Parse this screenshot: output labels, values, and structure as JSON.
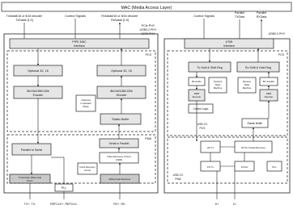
{
  "mac": {
    "title": "MAC (Media Access Layer)"
  },
  "left_top_signals": {
    "tx_data": [
      "TxData8/16 or 8/16 decoder",
      "TxDatak [1:0]"
    ],
    "control": "Control Signals",
    "rx_data": [
      "RxData8/16 or 8/16 decoder",
      "RxDatak [1:0]"
    ]
  },
  "right_top_signals": {
    "control": "Control Signals",
    "parallel_tx": [
      "Parallel",
      "TXData"
    ],
    "parallel_rx": [
      "Parallel",
      "RXData"
    ]
  },
  "phy_labels": {
    "pcie_phy": [
      "PCIe PHY",
      "USB3.2 PHY",
      "SATA PHY"
    ],
    "usb2_phy": "USB2.0 PHY"
  },
  "left_blocks": {
    "pipe_mac": [
      "PIPE MAC",
      "Interface"
    ],
    "pcs": "PCS",
    "optional_tx": "Optional 32, 16",
    "optional_rx": "Optional 32, 16",
    "enc_8b10b": [
      "8b/10b/128b/130b",
      "Encoder"
    ],
    "dec_8b10b": [
      "8b/10b/128b/130b",
      "Decoder"
    ],
    "elastic_buffer": "Elastic Buffer",
    "optional_loopback": [
      "Optional",
      "Loopback",
      "Mode"
    ],
    "pma": "PMA",
    "parallel_serial": "Parallel to Serial",
    "serial_parallel": "Serial to Parallel",
    "cdr": [
      "Clock Recovery",
      "Circuit"
    ],
    "clock_data_recovery": [
      "Data Recovery Circuit",
      "(CDR)"
    ],
    "tx_diff_driver": [
      "Transmitter Differential",
      "Driver"
    ],
    "pll": "PLL",
    "receiver": "Differential Receiver"
  },
  "right_blocks": {
    "utmi": [
      "UTMI",
      "Interface"
    ],
    "pcs": "PCS",
    "tx_hold": "Tx Hold & Shift Reg",
    "rx_hold": "Rx Shift & Hold Reg",
    "bitstuffer": "Bit stuffer",
    "nrzi_encoder": [
      "NRZI",
      "Encoder"
    ],
    "transmit_state": [
      "Transmit",
      "State",
      "Machine"
    ],
    "receive_state": [
      "Receive",
      "State",
      "Machine"
    ],
    "bit_unstuffer": "Bit Unstuffer",
    "nrzi_decoder": [
      "NRZI",
      "Decoder"
    ],
    "control_logic": "Control Logic",
    "elastic_buffer": "Elastic Buffer",
    "usb_pcs": [
      "USB 2.0",
      "PCS"
    ],
    "usb_pma": [
      "USB 2.0",
      "PMA"
    ],
    "pma_blocks": [
      "HS Tx",
      "HS Rx & Data Recovery",
      "FS Tx",
      "FS Rx",
      "PLL"
    ]
  },
  "bottom_pins": {
    "left": [
      "TX+, TX-",
      "REFCLK+, REFCLK-",
      "RX+, RX-"
    ],
    "right": [
      "D+",
      "D-"
    ]
  }
}
